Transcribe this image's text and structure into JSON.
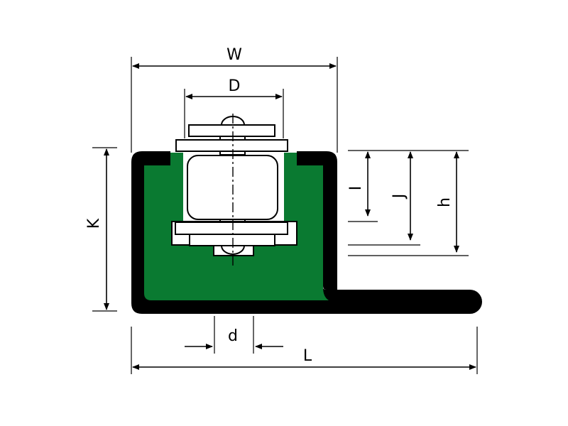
{
  "diagram": {
    "colors": {
      "profile": "#000000",
      "insert": "#0a7a31",
      "parts": "#ffffff"
    },
    "labels": {
      "W": "W",
      "D": "D",
      "K": "K",
      "I": "I",
      "J": "J",
      "h": "h",
      "d": "d",
      "L": "L"
    }
  }
}
